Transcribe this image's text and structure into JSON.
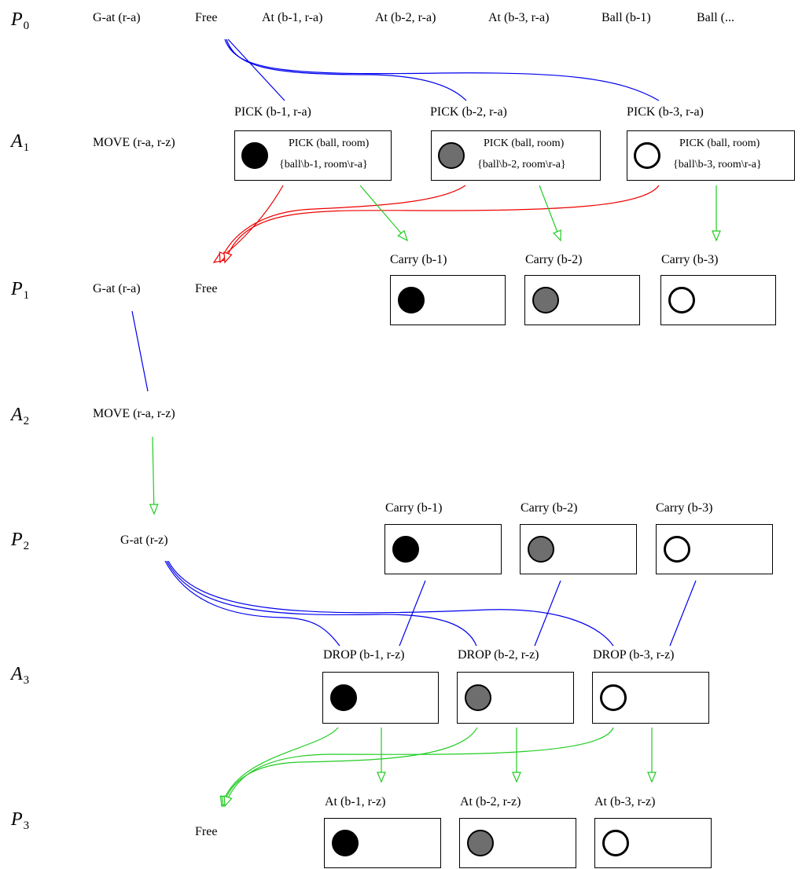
{
  "levels": {
    "p0": {
      "letter": "P",
      "sub": "0"
    },
    "a1": {
      "letter": "A",
      "sub": "1"
    },
    "p1": {
      "letter": "P",
      "sub": "1"
    },
    "a2": {
      "letter": "A",
      "sub": "2"
    },
    "p2": {
      "letter": "P",
      "sub": "2"
    },
    "a3": {
      "letter": "A",
      "sub": "3"
    },
    "p3": {
      "letter": "P",
      "sub": "3"
    }
  },
  "p0": {
    "props": [
      "G-at (r-a)",
      "Free",
      "At (b-1, r-a)",
      "At (b-2, r-a)",
      "At (b-3, r-a)",
      "Ball (b-1)",
      "Ball (..."
    ]
  },
  "a1": {
    "move": "MOVE (r-a, r-z)",
    "picks": [
      {
        "title": "PICK (b-1, r-a)",
        "schema": "PICK (ball, room)",
        "subst": "{ball\\b-1, room\\r-a}",
        "ball": "black"
      },
      {
        "title": "PICK (b-2, r-a)",
        "schema": "PICK (ball, room)",
        "subst": "{ball\\b-2, room\\r-a}",
        "ball": "gray"
      },
      {
        "title": "PICK (b-3, r-a)",
        "schema": "PICK (ball, room)",
        "subst": "{ball\\b-3, room\\r-a}",
        "ball": "white"
      }
    ]
  },
  "p1": {
    "gat": "G-at (r-a)",
    "free": "Free",
    "carry": [
      {
        "title": "Carry (b-1)",
        "ball": "black"
      },
      {
        "title": "Carry (b-2)",
        "ball": "gray"
      },
      {
        "title": "Carry (b-3)",
        "ball": "white"
      }
    ]
  },
  "a2": {
    "move": "MOVE (r-a, r-z)"
  },
  "p2": {
    "gat": "G-at (r-z)",
    "carry": [
      {
        "title": "Carry (b-1)",
        "ball": "black"
      },
      {
        "title": "Carry (b-2)",
        "ball": "gray"
      },
      {
        "title": "Carry (b-3)",
        "ball": "white"
      }
    ]
  },
  "a3": {
    "drops": [
      {
        "title": "DROP (b-1, r-z)",
        "ball": "black"
      },
      {
        "title": "DROP (b-2, r-z)",
        "ball": "gray"
      },
      {
        "title": "DROP (b-3, r-z)",
        "ball": "white"
      }
    ]
  },
  "p3": {
    "free": "Free",
    "at": [
      {
        "title": "At (b-1, r-z)",
        "ball": "black"
      },
      {
        "title": "At (b-2, r-z)",
        "ball": "gray"
      },
      {
        "title": "At (b-3, r-z)",
        "ball": "white"
      }
    ]
  },
  "colors": {
    "precondition": "#0000ee",
    "add_effect": "#22cc22",
    "delete_effect": "#ee0000"
  }
}
